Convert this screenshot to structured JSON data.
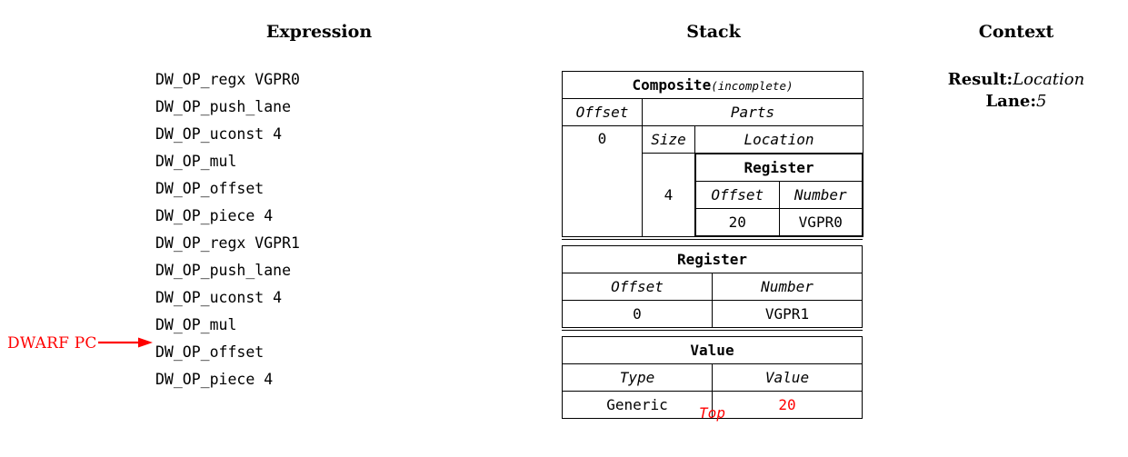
{
  "columns": {
    "expression": "Expression",
    "stack": "Stack",
    "context": "Context"
  },
  "expression": {
    "lines": [
      "DW_OP_regx VGPR0",
      "DW_OP_push_lane",
      "DW_OP_uconst 4",
      "DW_OP_mul",
      "DW_OP_offset",
      "DW_OP_piece 4",
      "DW_OP_regx VGPR1",
      "DW_OP_push_lane",
      "DW_OP_uconst 4",
      "DW_OP_mul",
      "DW_OP_offset",
      "DW_OP_piece 4"
    ],
    "pc_marker": {
      "label": "DWARF PC",
      "points_to_line_index": 10,
      "color": "#ff0000"
    }
  },
  "stack": {
    "top_label": "Top",
    "top_label_color": "#ff0000",
    "entries": [
      {
        "kind": "composite",
        "title": "Composite",
        "title_suffix": "(incomplete)",
        "offset_field": "Offset",
        "offset_value": "0",
        "parts_field": "Parts",
        "size_field": "Size",
        "size_value": "4",
        "location_field": "Location",
        "location": {
          "title": "Register",
          "offset_field": "Offset",
          "number_field": "Number",
          "offset_value": "20",
          "number_value": "VGPR0"
        }
      },
      {
        "kind": "register",
        "title": "Register",
        "offset_field": "Offset",
        "number_field": "Number",
        "offset_value": "0",
        "number_value": "VGPR1"
      },
      {
        "kind": "value",
        "title": "Value",
        "type_field": "Type",
        "value_field": "Value",
        "type_value": "Generic",
        "value_value": "20",
        "value_color": "#ff0000"
      }
    ]
  },
  "context": {
    "rows": [
      {
        "key": "Result:",
        "value": "Location"
      },
      {
        "key": "Lane:",
        "value": "5"
      }
    ]
  }
}
